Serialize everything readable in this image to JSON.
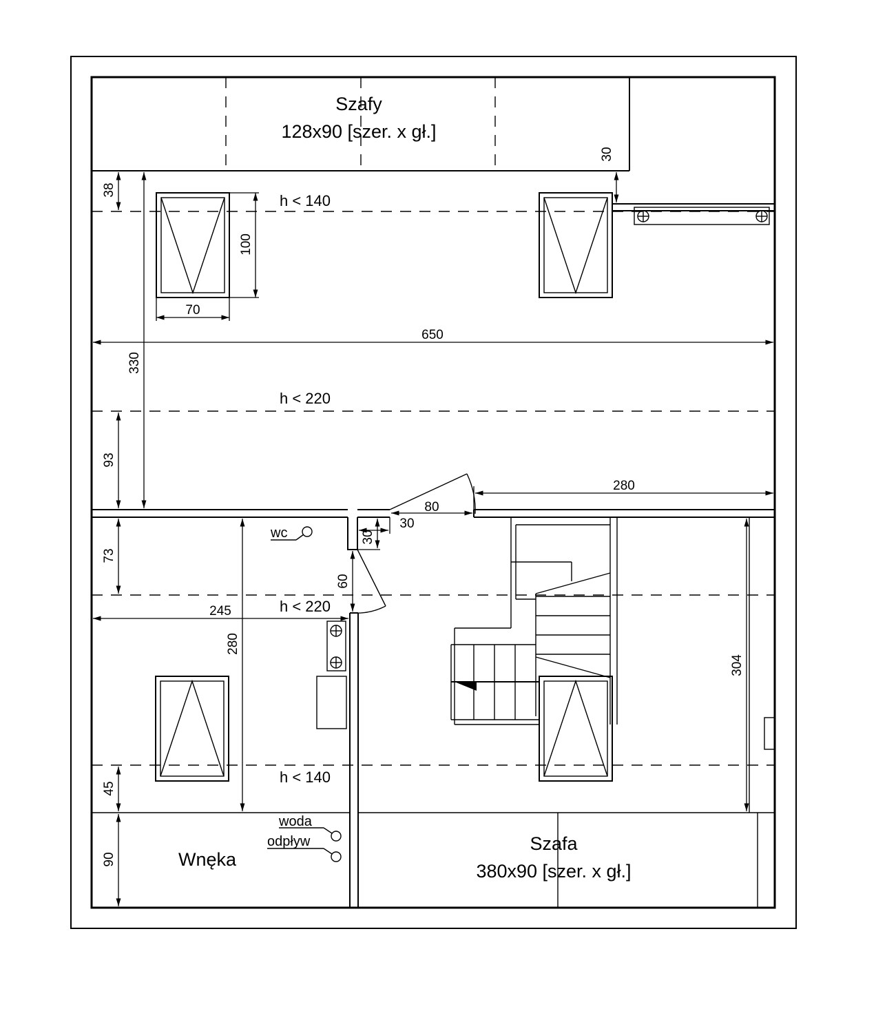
{
  "rooms": {
    "szafy_title": "Szafy",
    "szafy_size": "128x90 [szer. x gł.]",
    "szafa_title": "Szafa",
    "szafa_size": "380x90 [szer. x gł.]",
    "wneka": "Wnęka"
  },
  "heights": {
    "top": "h <  140",
    "middle": "h <  220",
    "lower": "h <  220",
    "bottom": "h <  140"
  },
  "fixtures": {
    "wc": "wc",
    "woda": "woda",
    "odplyw": "odpływ"
  },
  "dimensions": {
    "d38": "38",
    "d100": "100",
    "d70": "70",
    "d650": "650",
    "d330": "330",
    "d93": "93",
    "d30_top": "30",
    "d280_top": "280",
    "d80": "80",
    "d30_door": "30",
    "d30_vert": "30",
    "d73": "73",
    "d60": "60",
    "d245": "245",
    "d280_left": "280",
    "d304": "304",
    "d45": "45",
    "d90": "90"
  }
}
